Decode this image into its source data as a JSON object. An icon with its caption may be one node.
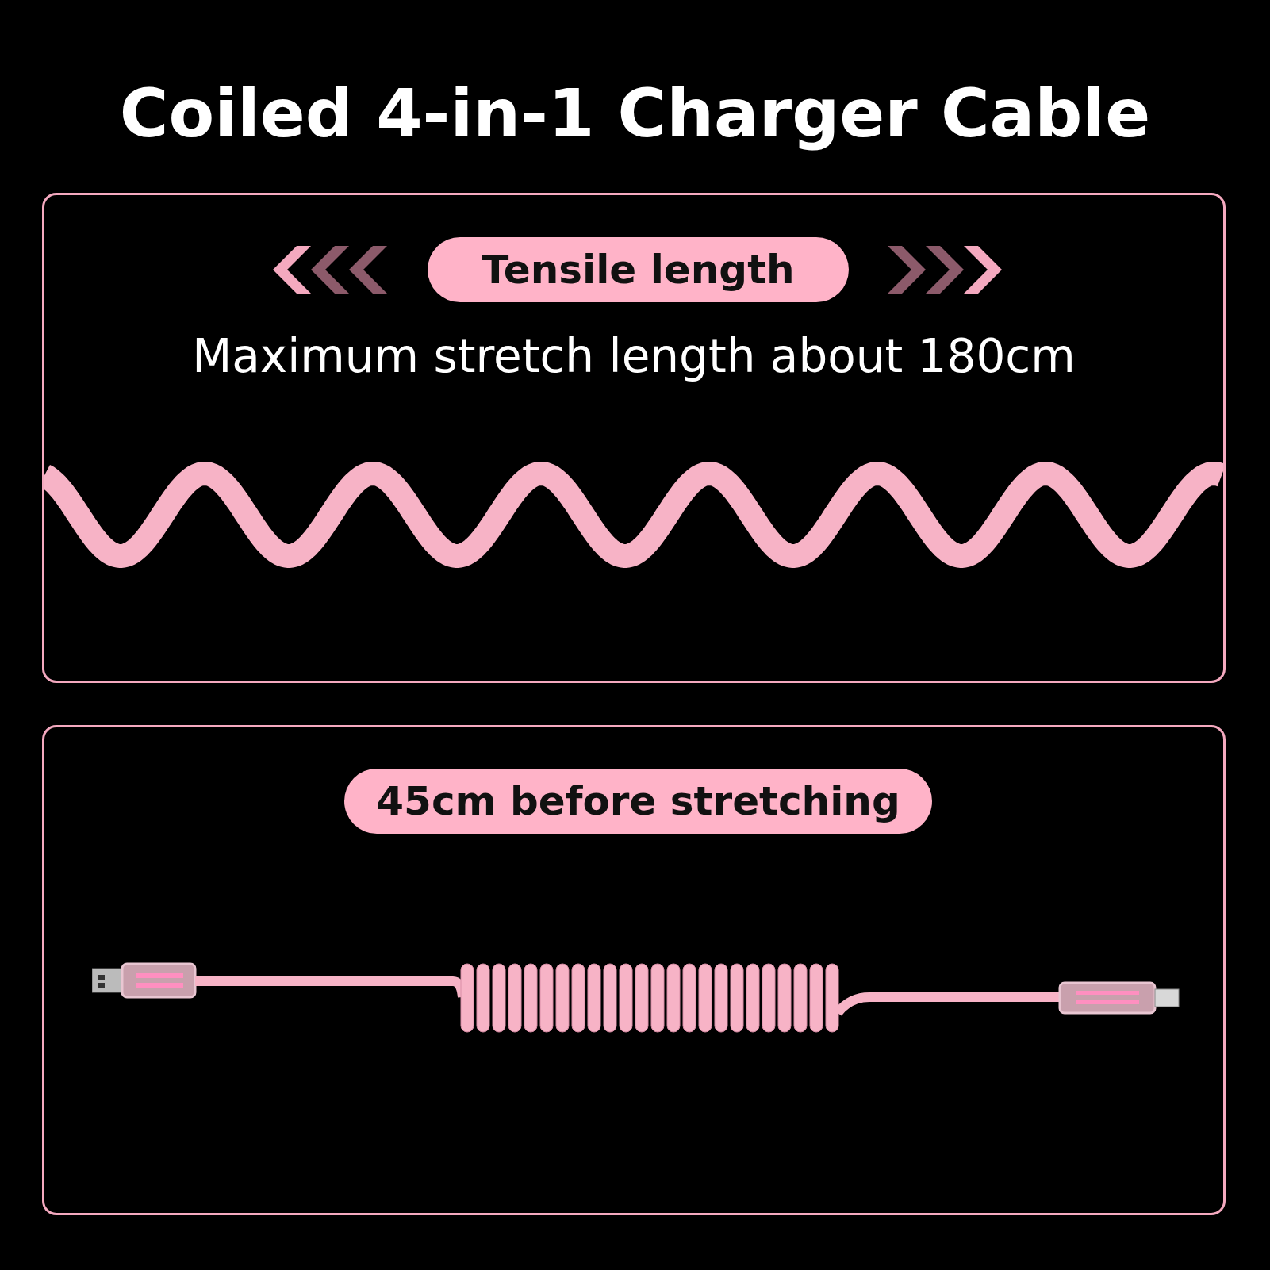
{
  "diagram": {
    "title": "Coiled 4-in-1 Charger Cable",
    "nodes": [
      {
        "text": [],
        "shape": "box"
      },
      {
        "text": [
          "Tensile length"
        ],
        "in": 0
      },
      {
        "text": [],
        "shape": "box"
      },
      {
        "text": [
          "45cm before stretching"
        ],
        "in": 2
      }
    ],
    "labels": [
      "Maximum stretch length about 180cm"
    ]
  }
}
